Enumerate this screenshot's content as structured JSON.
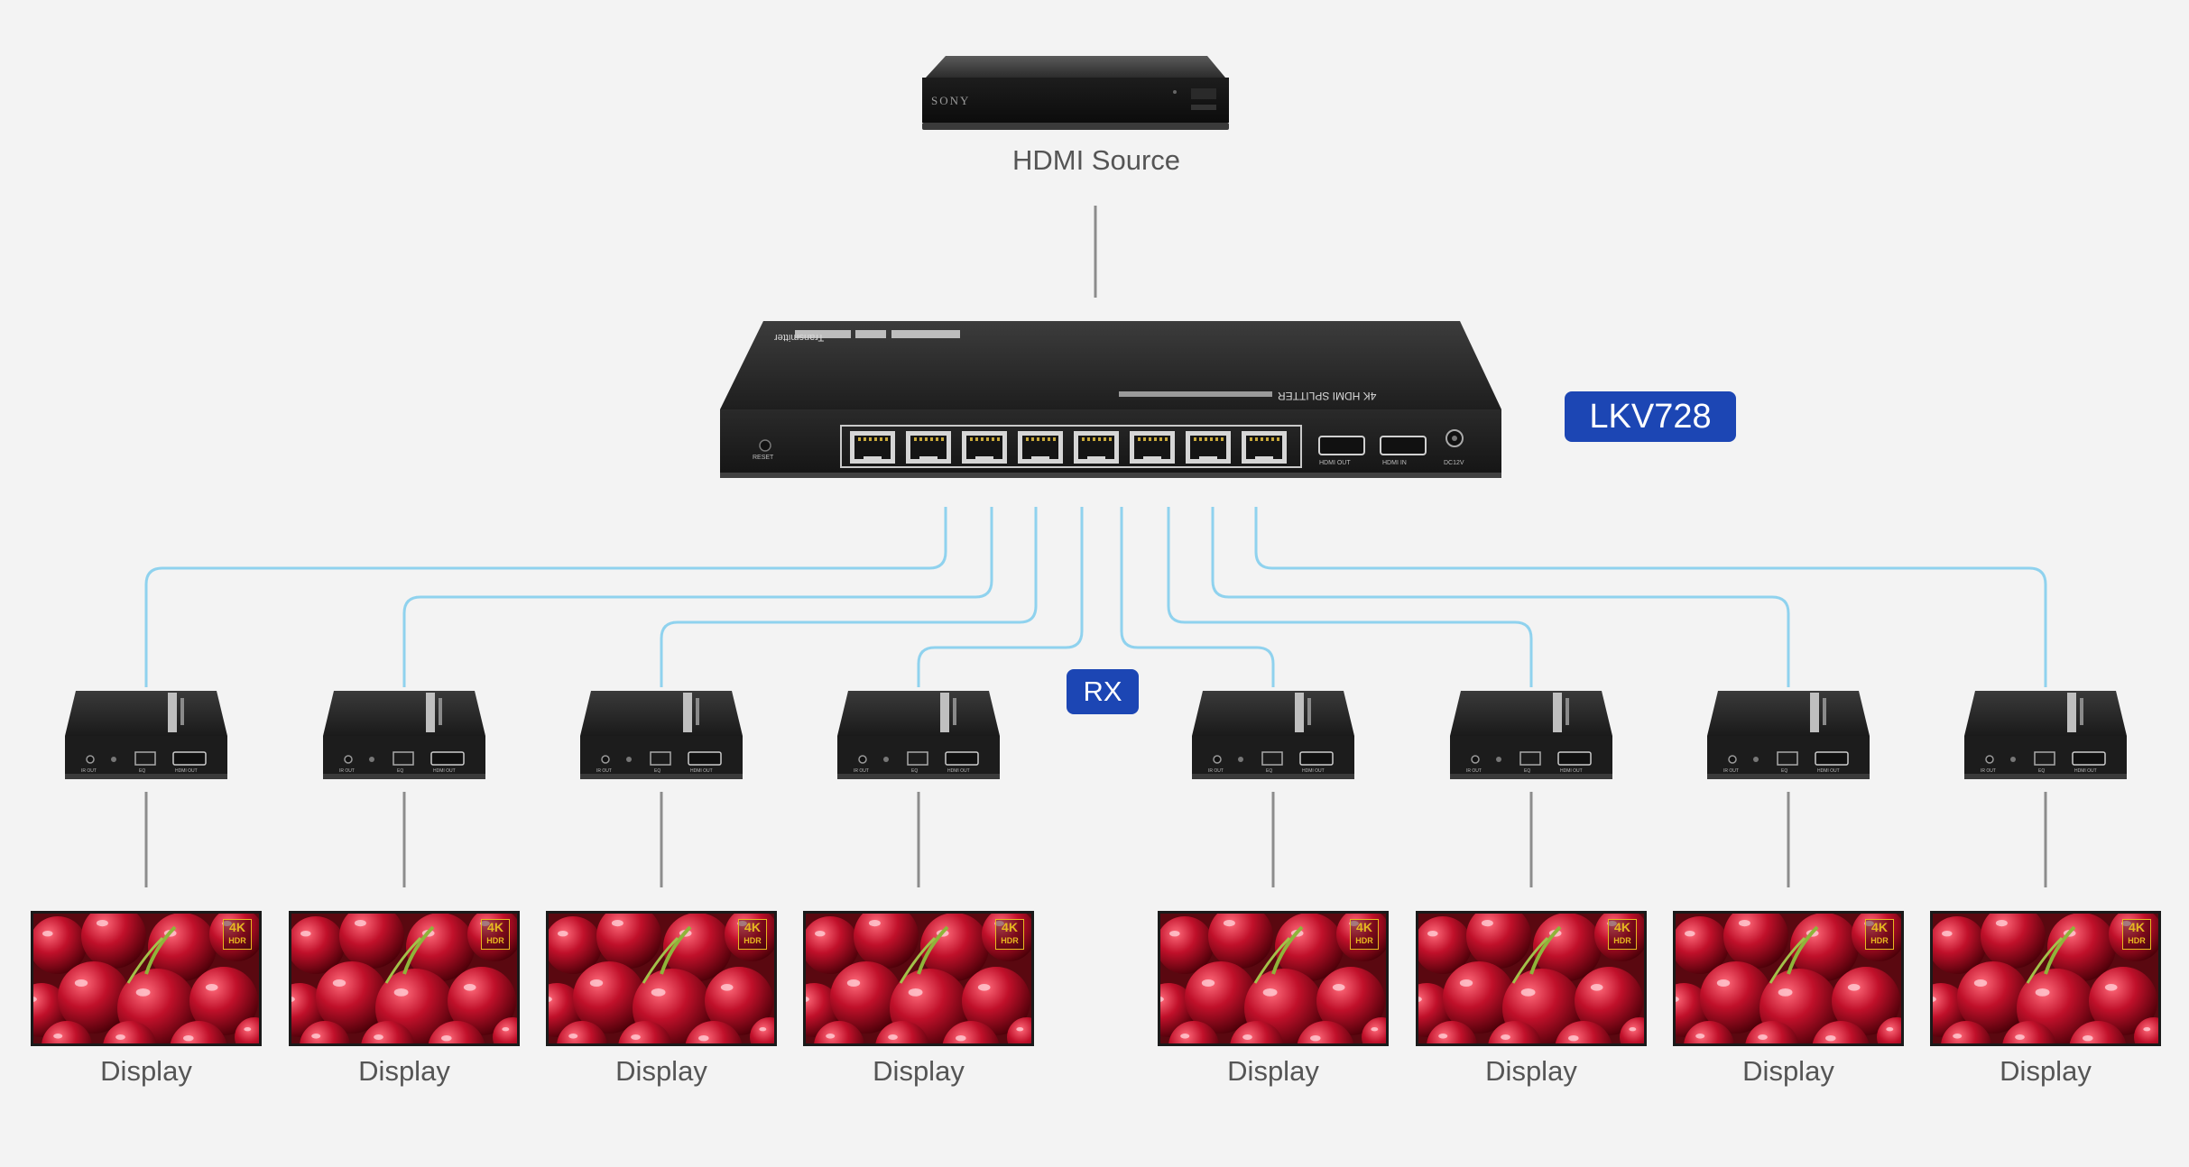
{
  "source": {
    "label": "HDMI Source",
    "brand": "SONY"
  },
  "splitter": {
    "model_badge": "LKV728",
    "front_text": "4K HDMI SPLITTER",
    "top_text": "Transmitter",
    "port_labels": {
      "reset": "RESET",
      "hdmi_out": "HDMI OUT",
      "hdmi_in": "HDMI IN",
      "dc": "DC12V"
    }
  },
  "rx_badge": "RX",
  "receivers": [
    {
      "port_labels": {
        "ir": "IR OUT",
        "eq": "EQ",
        "hdmi_out": "HDMI OUT"
      }
    },
    {
      "port_labels": {
        "ir": "IR OUT",
        "eq": "EQ",
        "hdmi_out": "HDMI OUT"
      }
    },
    {
      "port_labels": {
        "ir": "IR OUT",
        "eq": "EQ",
        "hdmi_out": "HDMI OUT"
      }
    },
    {
      "port_labels": {
        "ir": "IR OUT",
        "eq": "EQ",
        "hdmi_out": "HDMI OUT"
      }
    },
    {
      "port_labels": {
        "ir": "IR OUT",
        "eq": "EQ",
        "hdmi_out": "HDMI OUT"
      }
    },
    {
      "port_labels": {
        "ir": "IR OUT",
        "eq": "EQ",
        "hdmi_out": "HDMI OUT"
      }
    },
    {
      "port_labels": {
        "ir": "IR OUT",
        "eq": "EQ",
        "hdmi_out": "HDMI OUT"
      }
    },
    {
      "port_labels": {
        "ir": "IR OUT",
        "eq": "EQ",
        "hdmi_out": "HDMI OUT"
      }
    }
  ],
  "displays": [
    {
      "label": "Display",
      "badge_top": "4K",
      "badge_bottom": "HDR"
    },
    {
      "label": "Display",
      "badge_top": "4K",
      "badge_bottom": "HDR"
    },
    {
      "label": "Display",
      "badge_top": "4K",
      "badge_bottom": "HDR"
    },
    {
      "label": "Display",
      "badge_top": "4K",
      "badge_bottom": "HDR"
    },
    {
      "label": "Display",
      "badge_top": "4K",
      "badge_bottom": "HDR"
    },
    {
      "label": "Display",
      "badge_top": "4K",
      "badge_bottom": "HDR"
    },
    {
      "label": "Display",
      "badge_top": "4K",
      "badge_bottom": "HDR"
    },
    {
      "label": "Display",
      "badge_top": "4K",
      "badge_bottom": "HDR"
    }
  ],
  "colors": {
    "background": "#f3f3f3",
    "cable_blue": "#8fd2ee",
    "connector_gray": "#8c8c8c",
    "badge_blue": "#1c46b4",
    "device_dark": "#262626",
    "label_text": "#555555",
    "hdr_gold": "#e6b820"
  }
}
